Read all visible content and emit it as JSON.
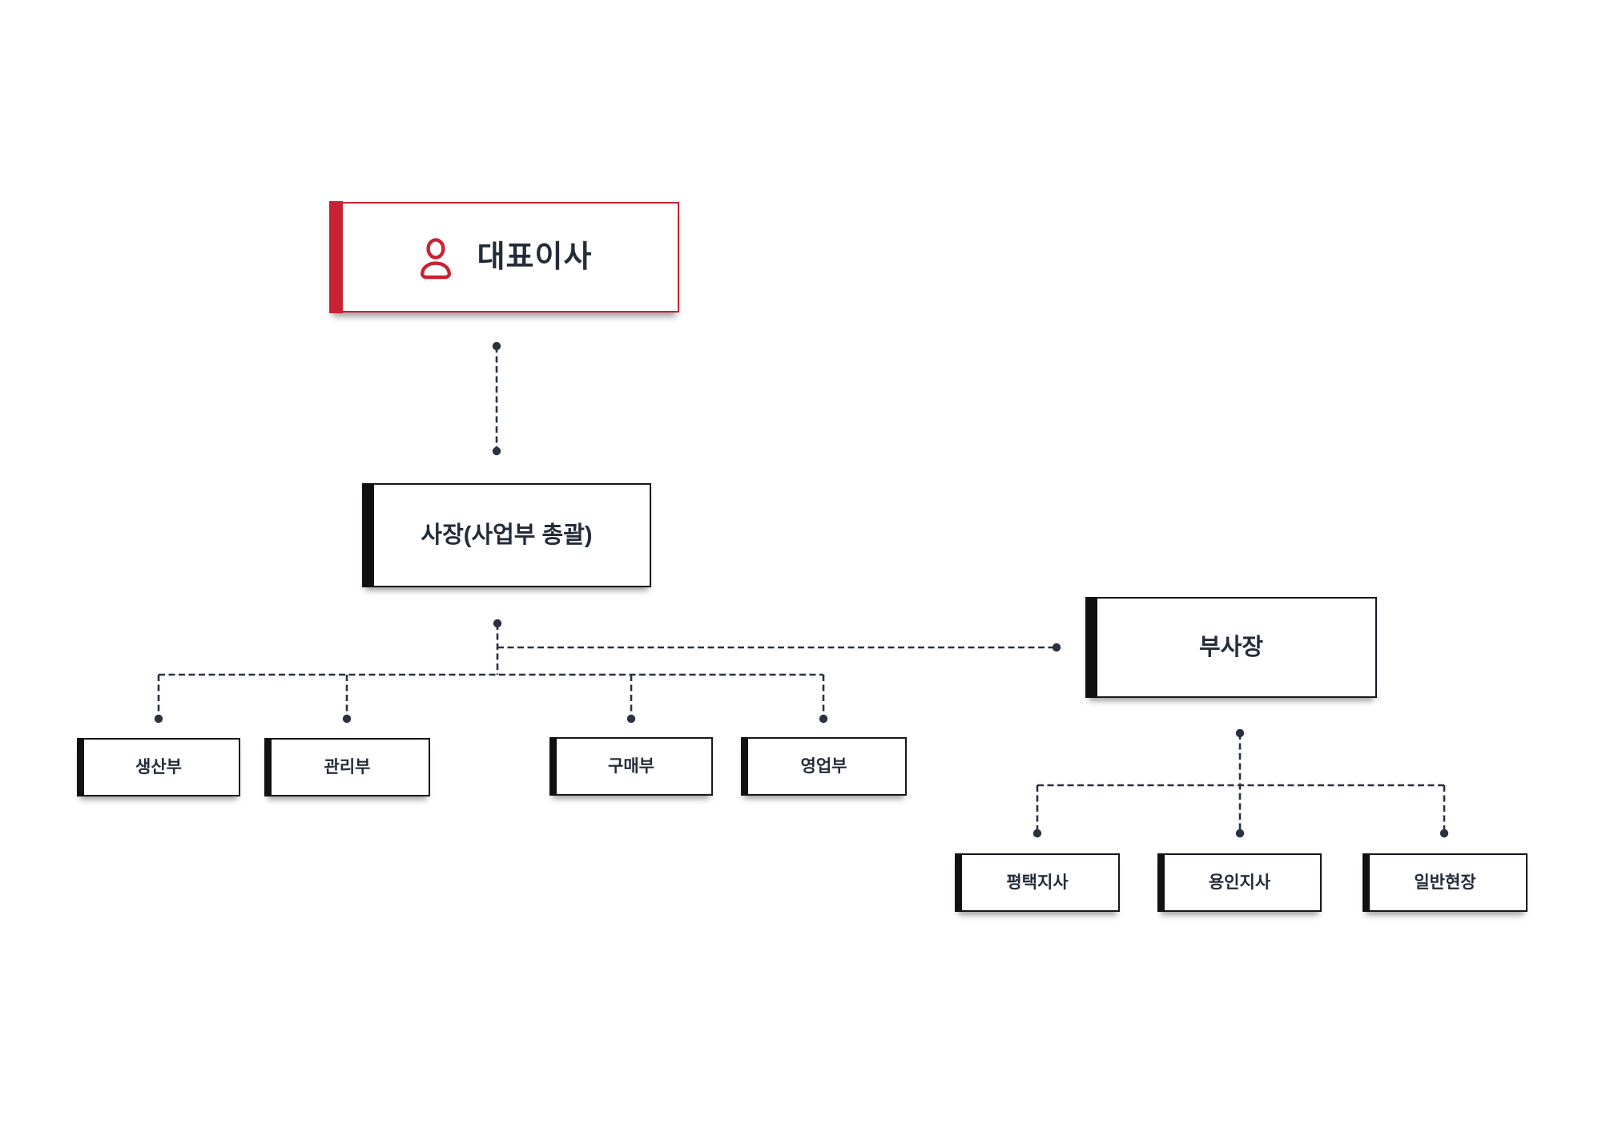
{
  "org": {
    "root": {
      "label": "대표이사",
      "icon": "person-icon"
    },
    "level2": [
      {
        "id": "president",
        "label": "사장(사업부 총괄)"
      },
      {
        "id": "vice-president",
        "label": "부사장"
      }
    ],
    "president_children": [
      {
        "label": "생산부"
      },
      {
        "label": "관리부"
      },
      {
        "label": "구매부"
      },
      {
        "label": "영업부"
      }
    ],
    "vice_president_children": [
      {
        "label": "평택지사"
      },
      {
        "label": "용인지사"
      },
      {
        "label": "일반현장"
      }
    ]
  },
  "colors": {
    "accent_red": "#c82333",
    "bar_black": "#111111",
    "node_border": "#15181e",
    "text_dark": "#242c39",
    "connector_line": "#2a3240",
    "background": "#ffffff"
  },
  "connector_style": {
    "type": "dashed",
    "endpoint": "dot"
  }
}
